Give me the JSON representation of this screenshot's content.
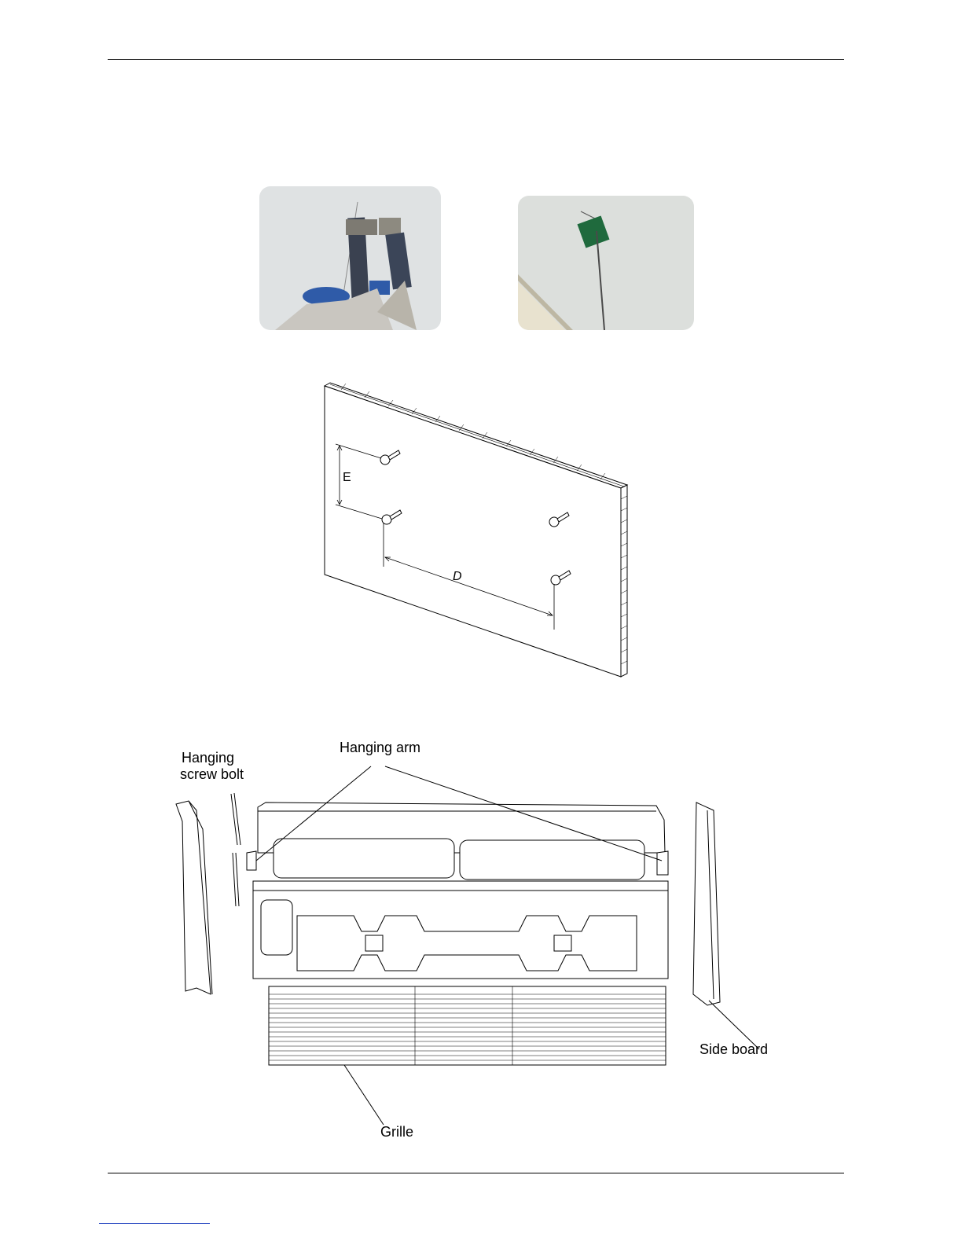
{
  "figures": {
    "wall_diagram": {
      "dimension_e": "E",
      "dimension_d": "D"
    },
    "unit_diagram": {
      "label_screw_bolt_line1": "Hanging",
      "label_screw_bolt_line2": "screw bolt",
      "label_hanging_arm": "Hanging arm",
      "label_side_board": "Side board",
      "label_grille": "Grille"
    }
  }
}
